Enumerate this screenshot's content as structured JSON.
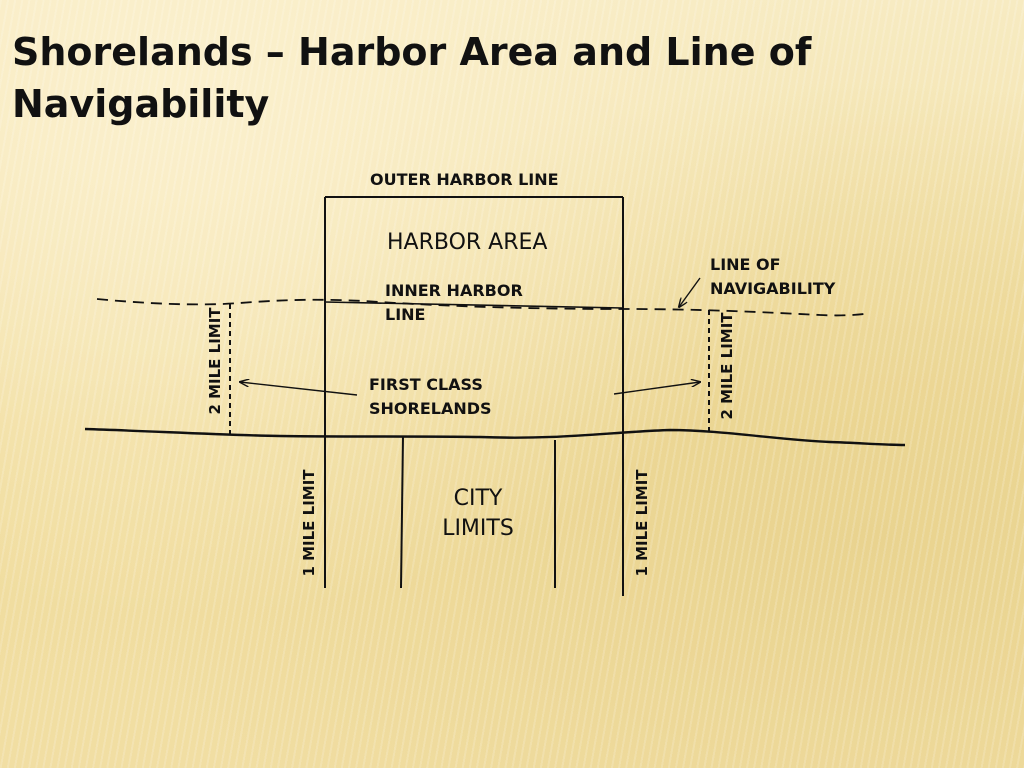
{
  "slide": {
    "title": "Shorelands – Harbor Area and Line of Navigability"
  },
  "diagram": {
    "outer_harbor_line": "OUTER HARBOR LINE",
    "harbor_area": "HARBOR AREA",
    "inner_harbor_line": [
      "INNER HARBOR",
      "LINE"
    ],
    "line_of_navigability": [
      "LINE OF",
      "NAVIGABILITY"
    ],
    "first_class_shorelands": [
      "FIRST CLASS",
      "SHORELANDS"
    ],
    "two_mile_limit_left": "2 MILE LIMIT",
    "two_mile_limit_right": "2 MILE LIMIT",
    "one_mile_limit_left": "1 MILE LIMIT",
    "one_mile_limit_right": "1 MILE LIMIT",
    "city_limits": [
      "CITY",
      "LIMITS"
    ]
  }
}
